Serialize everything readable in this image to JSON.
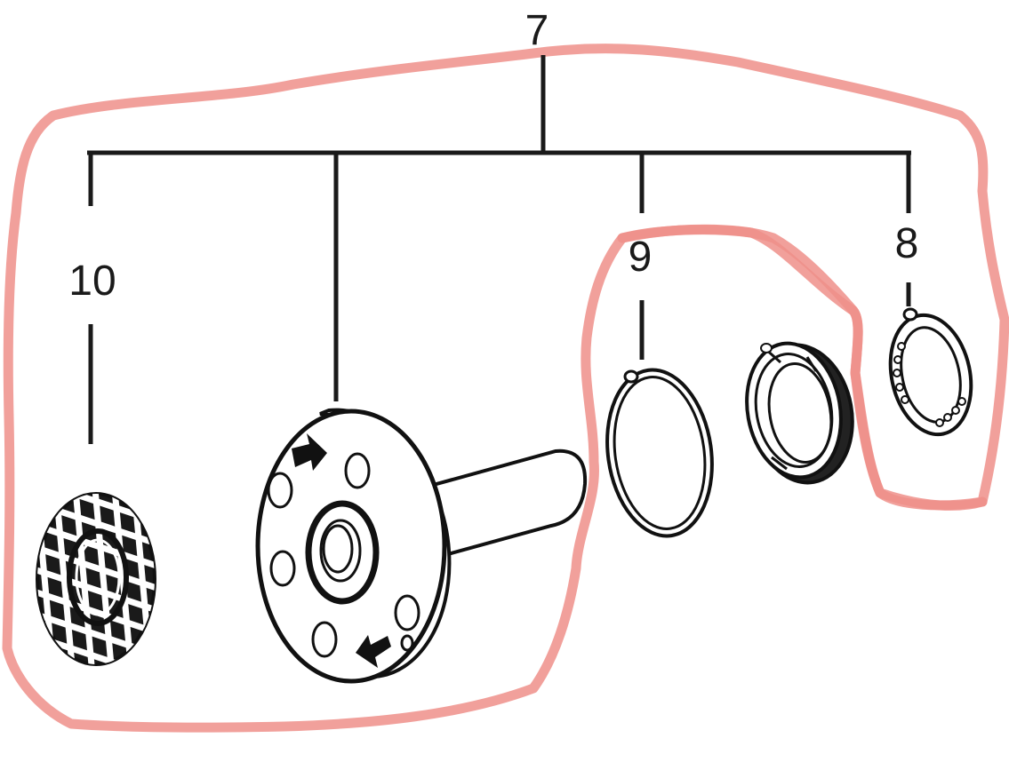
{
  "callouts": {
    "assembly": "7",
    "screen": "10",
    "seal_ring": "9",
    "bearing_ring": "8"
  },
  "colors": {
    "highlight": "#ef8f8a",
    "ink": "#111111"
  }
}
